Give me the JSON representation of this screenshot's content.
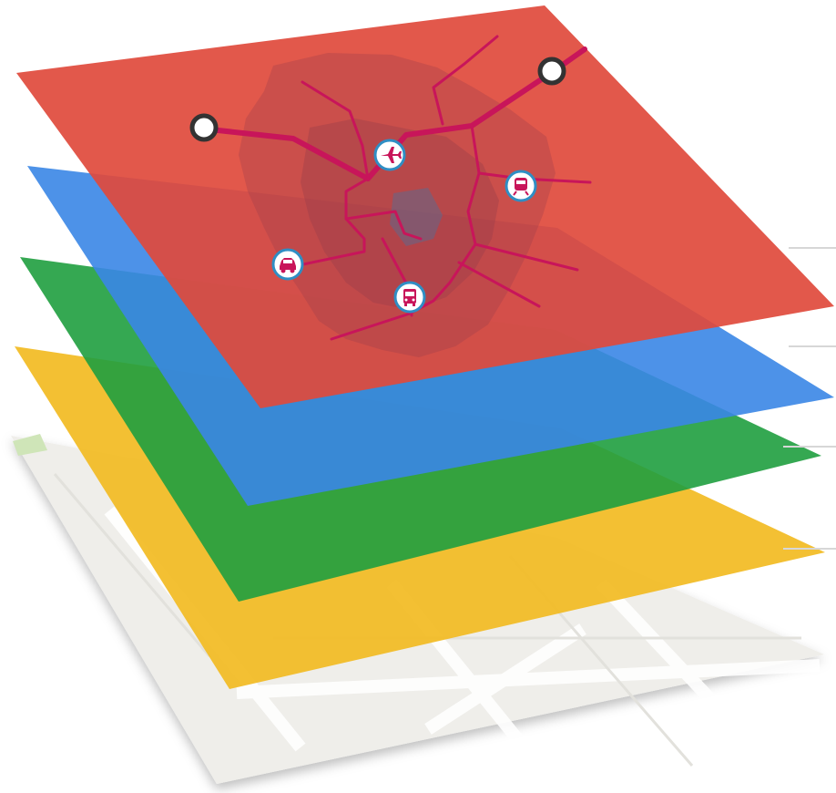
{
  "layers": [
    {
      "name": "base-map",
      "fill": "#efeeea"
    },
    {
      "name": "yellow",
      "fill": "#f2bb22"
    },
    {
      "name": "green",
      "fill": "#1f9e3f"
    },
    {
      "name": "blue",
      "fill": "#3a86e6"
    },
    {
      "name": "red",
      "fill": "#e04a3c"
    }
  ],
  "network": {
    "line_color": "#c8155a",
    "zone_color": "#8f3a4a"
  },
  "icons": [
    {
      "name": "airplane-icon",
      "glyph": "✈"
    },
    {
      "name": "train-icon",
      "glyph": "train"
    },
    {
      "name": "car-icon",
      "glyph": "car"
    },
    {
      "name": "bus-icon",
      "glyph": "bus"
    }
  ],
  "colors": {
    "icon_ring": "#2f8ec4",
    "icon_fill": "#ffffff",
    "icon_glyph": "#c8155a",
    "endpoint_fill": "#ffffff",
    "endpoint_stroke": "#333333"
  }
}
